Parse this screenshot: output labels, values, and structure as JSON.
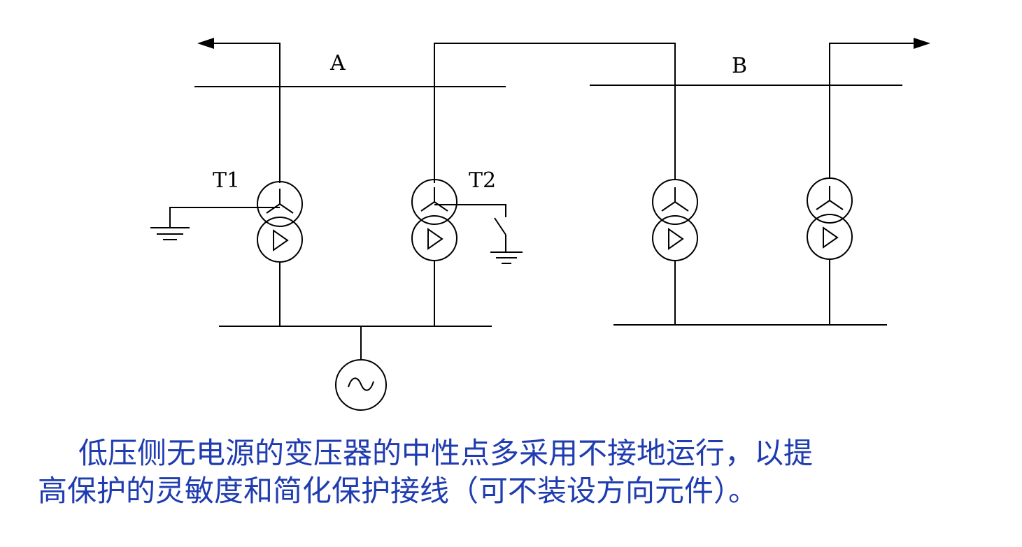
{
  "labels": {
    "bus_a": "A",
    "bus_b": "B",
    "t1": "T1",
    "t2": "T2"
  },
  "caption": {
    "line1": "低压侧无电源的变压器的中性点多采用不接地运行，以提",
    "line2": "高保护的灵敏度和简化保护接线（可不装设方向元件）。"
  },
  "colors": {
    "line": "#000000",
    "caption": "#1f3cb0"
  }
}
